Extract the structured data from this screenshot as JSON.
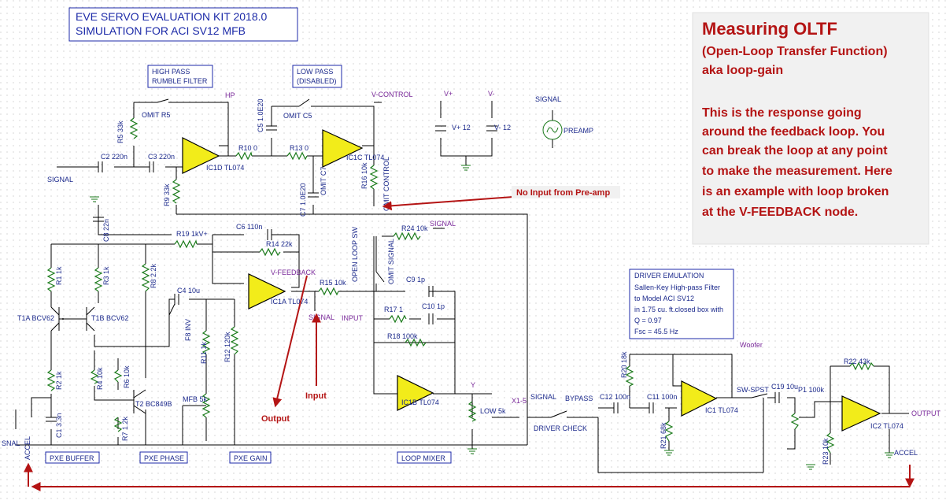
{
  "title_box": {
    "line1": "EVE SERVO EVALUATION KIT 2018.0",
    "line2": "SIMULATION FOR ACI SV12 MFB"
  },
  "note": {
    "heading": "Measuring OLTF",
    "subheading": "(Open-Loop Transfer Function)",
    "aka": "aka loop-gain",
    "body": [
      "This is the response going",
      "around the feedback loop.  You",
      "can break the loop at any point",
      "to make the measurement. Here",
      "is an example with loop broken",
      "at the V-FEEDBACK node."
    ]
  },
  "annotations": {
    "no_input": "No Input from Pre-amp",
    "input": "Input",
    "output": "Output"
  },
  "section_labels": {
    "high_pass": [
      "HIGH PASS",
      "RUMBLE FILTER"
    ],
    "low_pass": [
      "LOW PASS",
      "(DISABLED)"
    ],
    "pxe_buffer": "PXE BUFFER",
    "pxe_phase": "PXE PHASE",
    "pxe_gain": "PXE GAIN",
    "loop_mixer": "LOOP MIXER",
    "driver_emulation": [
      "DRIVER EMULATION",
      "Sallen-Key High-pass Filter",
      "to Model ACI SV12",
      "in 1.75 cu. ft.closed box with",
      "Q = 0.97",
      "Fsc = 45.5 Hz"
    ]
  },
  "components": {
    "r5": "R5 33k",
    "omit_r5": "OMIT R5",
    "c2": "C2 220n",
    "c3": "C3 220n",
    "r9": "R9 33k",
    "r10": "R10 0",
    "ic1d": "IC1D TL074",
    "hp": "HP",
    "c5": "C5 1.0E20",
    "omit_c5": "OMIT C5",
    "r13": "R13 0",
    "omit_c7": "OMIT C7",
    "c7": "C7 1.0E20",
    "ic1c": "IC1C TL074",
    "vcontrol": "V-CONTROL",
    "r16": "R16 10k",
    "omit_control": "OMIT CONTROL",
    "vplus12": "V+ 12",
    "vminus12": "V- 12",
    "vplus": "V+",
    "vminus": "V-",
    "signal": "SIGNAL",
    "preamp": "PREAMP",
    "c8": "C8 22n",
    "r19": "R19 1kV+",
    "c6": "C6 110n",
    "r14": "R14 22k",
    "r1": "R1 1k",
    "r3": "R3 1k",
    "r8": "R8 2.2k",
    "c4": "C4 10u",
    "vfeedback": "V-FEEDBACK",
    "ic1a": "IC1A TL074",
    "r15": "R15 10k",
    "open_loop_sw": "OPEN LOOP SW",
    "r24": "R24 10k",
    "omit_signal": "OMIT SIGNAL",
    "c9": "C9 1p",
    "r17": "R17 1",
    "c10": "C10 1p",
    "input_net": "INPUT",
    "r18": "R18 100k",
    "t1a": "T1A BCV62",
    "t1b": "T1B BCV62",
    "f8inv": "F8 INV",
    "r11": "R11 1k",
    "r12": "R12 120k",
    "r2": "R2 1k",
    "r4": "R4 10k",
    "r6": "R6 10k",
    "t2": "T2 BC849B",
    "c1": "C1 3.3n",
    "r7": "R7 1.2k",
    "mfb": "MFB 5k",
    "ic1b": "IC1B TL074",
    "low": "LOW 5k",
    "y": "Y",
    "x15": "X1-5",
    "bypass": "BYPASS",
    "driver_check": "DRIVER CHECK",
    "c12": "C12 100n",
    "c11": "C11 100n",
    "r20": "R20 18k",
    "r21": "R21 68k",
    "ic1": "IC1 TL074",
    "woofer": "Woofer",
    "swspst": "SW-SPST",
    "c19": "C19 10u",
    "p1": "P1 100k",
    "r22": "R22 43k",
    "ic2": "IC2 TL074",
    "output": "OUTPUT",
    "r23": "R23 10k",
    "accel": "ACCEL",
    "snal": "SNAL"
  }
}
